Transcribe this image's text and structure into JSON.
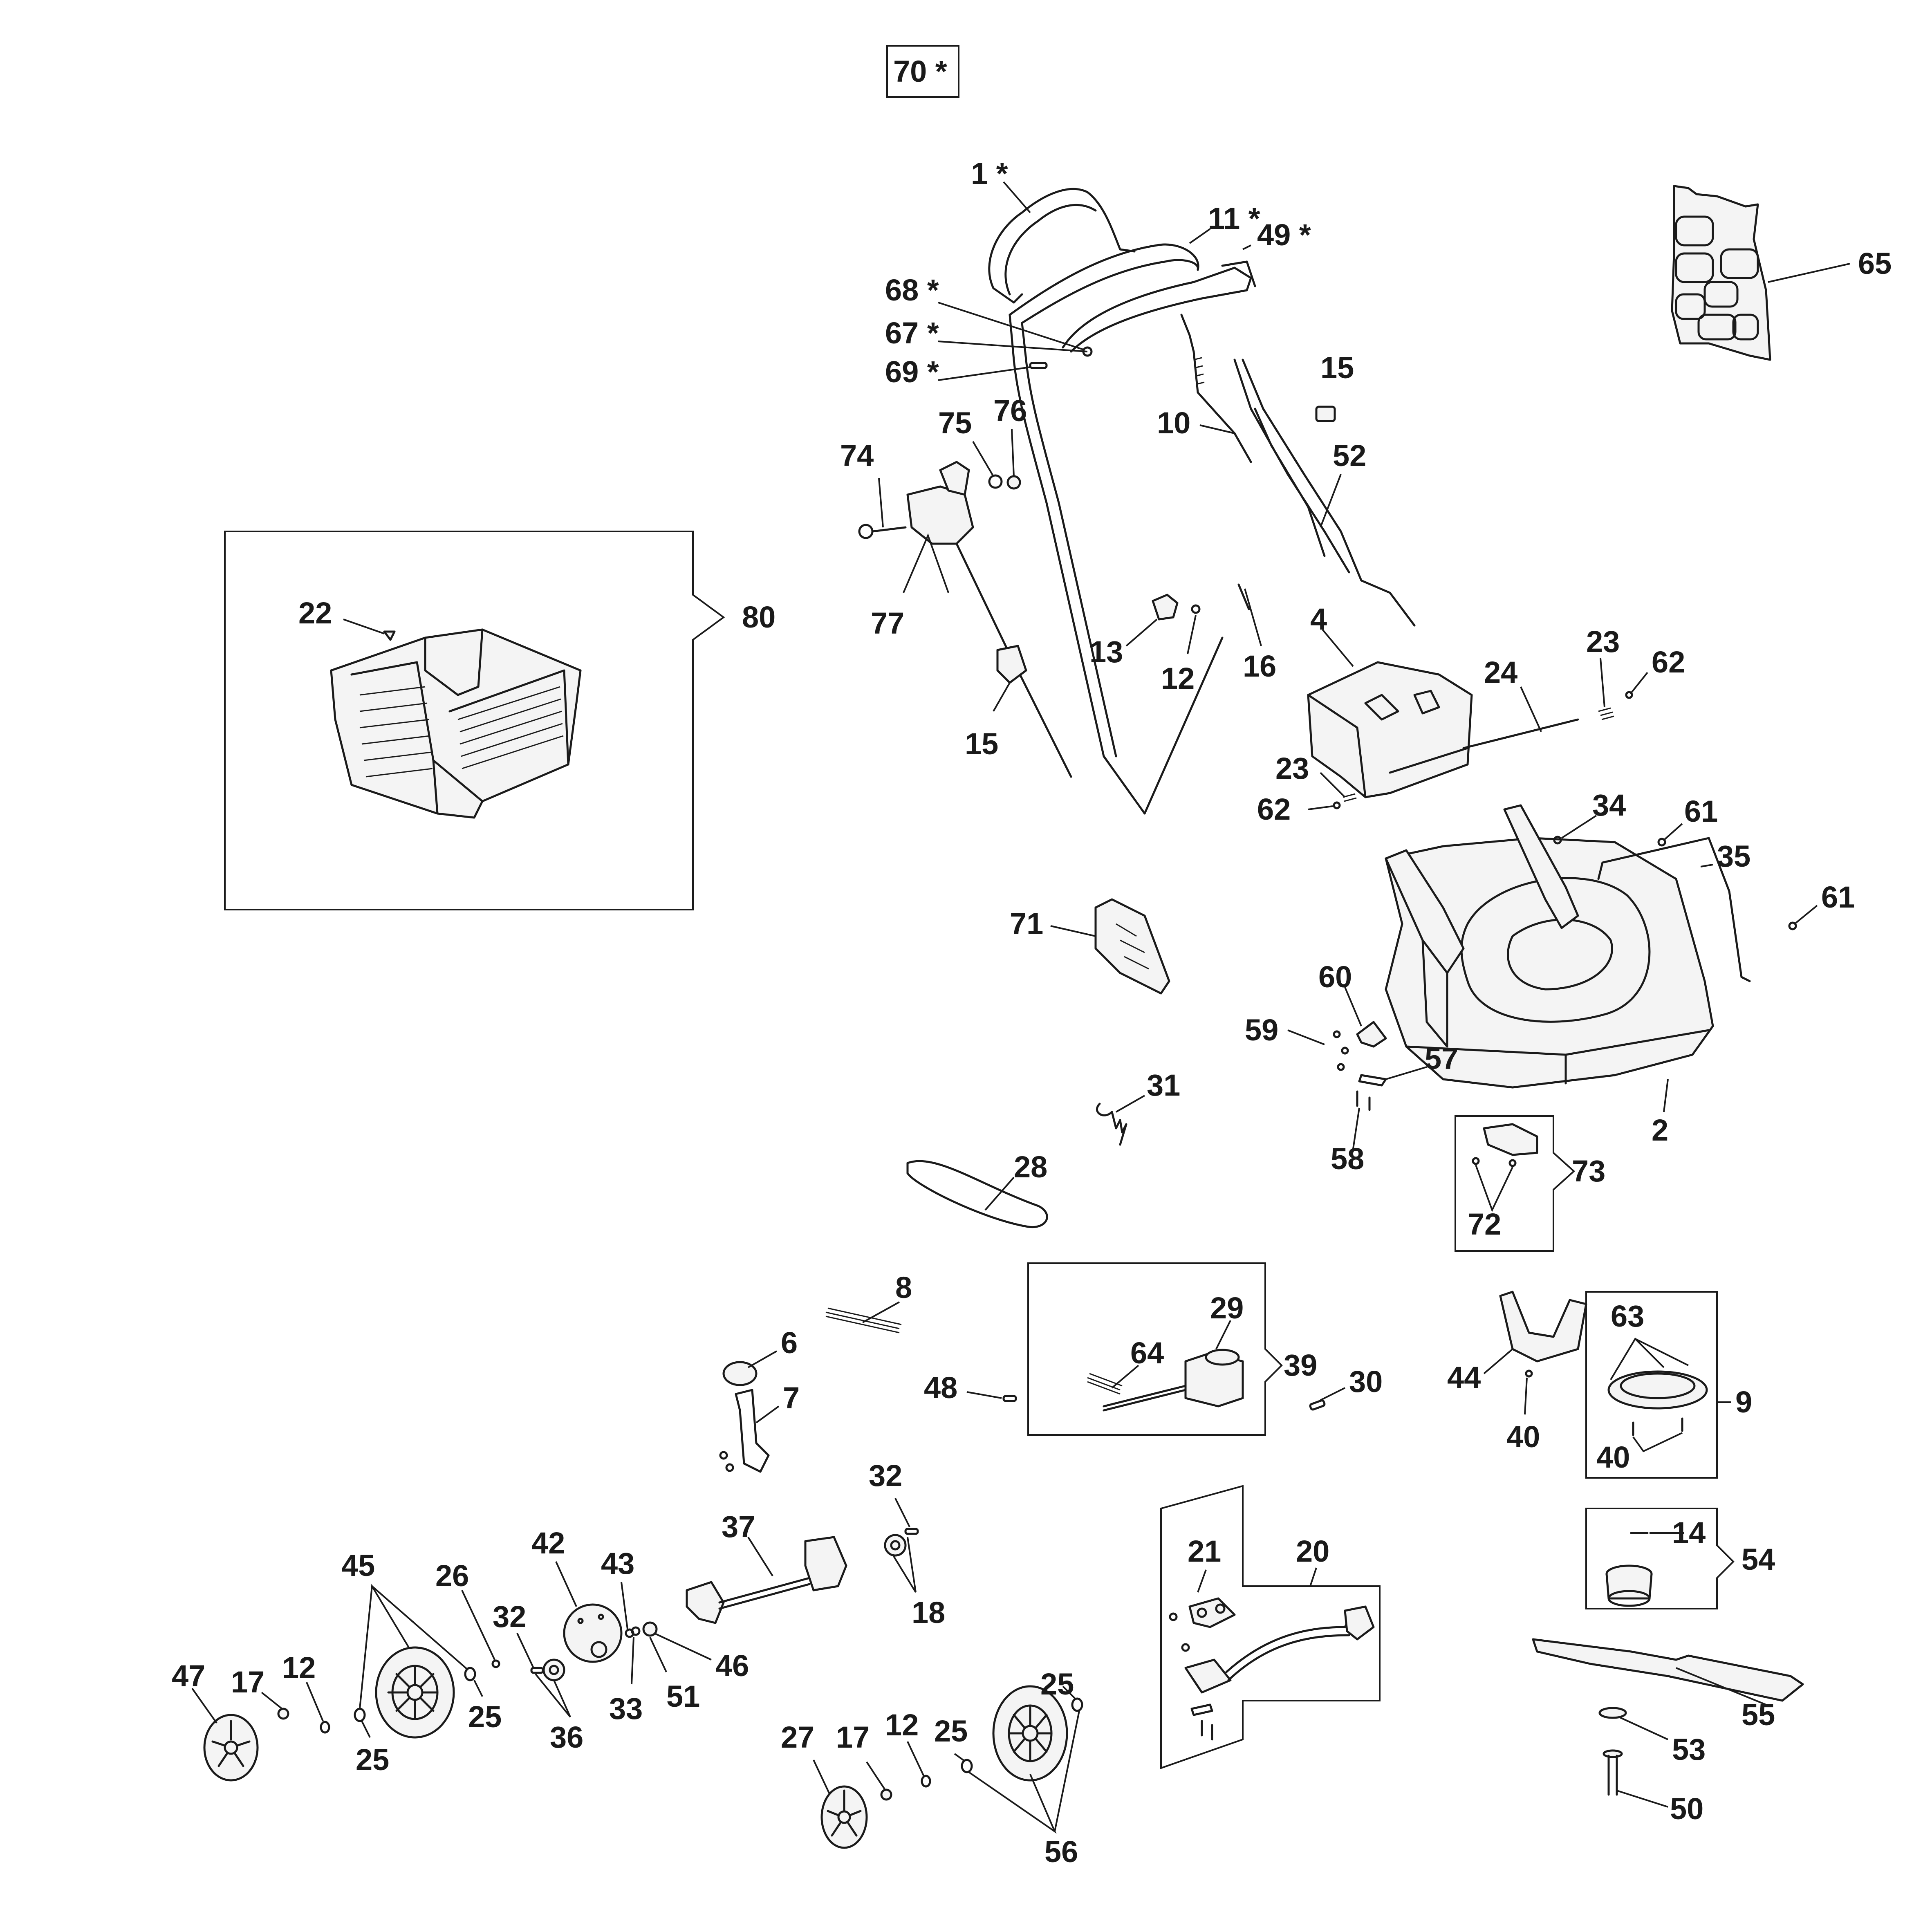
{
  "labels": {
    "l70": "70 *",
    "l1": "1 *",
    "l11": "11 *",
    "l49": "49 *",
    "l68": "68 *",
    "l67": "67 *",
    "l69": "69 *",
    "l65": "65",
    "l15a": "15",
    "l10": "10",
    "l52": "52",
    "l75": "75",
    "l76": "76",
    "l74": "74",
    "l77": "77",
    "l15b": "15",
    "l13": "13",
    "l12a": "12",
    "l16": "16",
    "l4": "4",
    "l24": "24",
    "l23a": "23",
    "l62a": "62",
    "l23b": "23",
    "l62b": "62",
    "l22": "22",
    "l80": "80",
    "l34": "34",
    "l61a": "61",
    "l35": "35",
    "l61b": "61",
    "l71": "71",
    "l60": "60",
    "l59": "59",
    "l57": "57",
    "l58": "58",
    "l2": "2",
    "l31": "31",
    "l28": "28",
    "l73": "73",
    "l72": "72",
    "l8": "8",
    "l6": "6",
    "l7": "7",
    "l48": "48",
    "l29": "29",
    "l64": "64",
    "l39": "39",
    "l30": "30",
    "l44": "44",
    "l40a": "40",
    "l63": "63",
    "l9": "9",
    "l40b": "40",
    "l32a": "32",
    "l18": "18",
    "l37": "37",
    "l42": "42",
    "l43": "43",
    "l26": "26",
    "l45": "45",
    "l32b": "32",
    "l46": "46",
    "l51": "51",
    "l33": "33",
    "l36": "36",
    "l47": "47",
    "l17a": "17",
    "l12b": "12",
    "l25a": "25",
    "l25b": "25",
    "l21": "21",
    "l20": "20",
    "l14": "14",
    "l54": "54",
    "l55": "55",
    "l53": "53",
    "l50": "50",
    "l27": "27",
    "l17b": "17",
    "l12c": "12",
    "l25c": "25",
    "l25d": "25",
    "l56": "56"
  }
}
